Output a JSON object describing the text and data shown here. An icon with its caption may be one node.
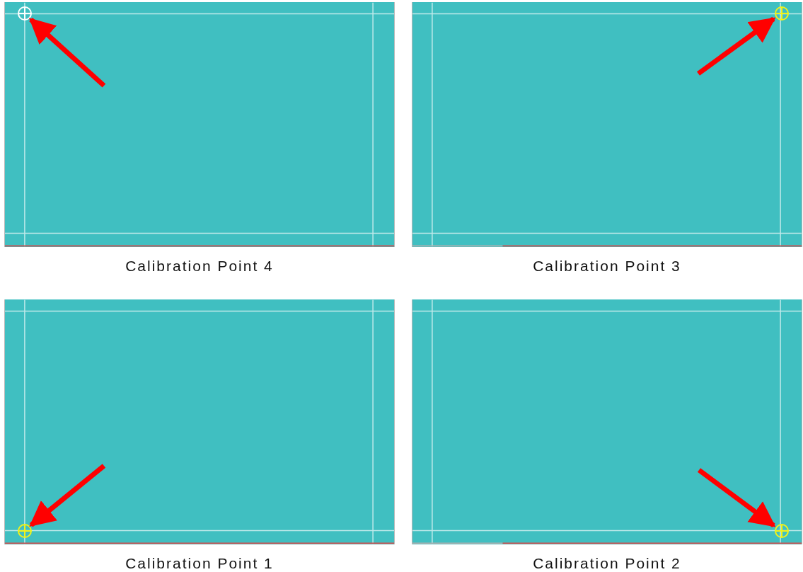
{
  "diagram": {
    "nodes": [
      {
        "text": [
          "Calibration Point 4"
        ]
      },
      {
        "text": [],
        "shape": "circle",
        "in": 0
      },
      {
        "text": [
          "Calibration Point 3"
        ]
      },
      {
        "text": [],
        "shape": "circle",
        "in": 2
      },
      {
        "text": [
          "Calibration Point 1"
        ]
      },
      {
        "text": [],
        "shape": "circle",
        "in": 4
      },
      {
        "text": [
          "Calibration Point 2"
        ]
      },
      {
        "text": [],
        "shape": "circle",
        "in": 6
      }
    ],
    "edges": [
      {
        "from": null,
        "to": 1,
        "arrow": "to"
      },
      {
        "from": null,
        "to": 3,
        "arrow": "to"
      },
      {
        "from": null,
        "to": 5,
        "arrow": "to"
      },
      {
        "from": null,
        "to": 7,
        "arrow": "to"
      }
    ]
  }
}
